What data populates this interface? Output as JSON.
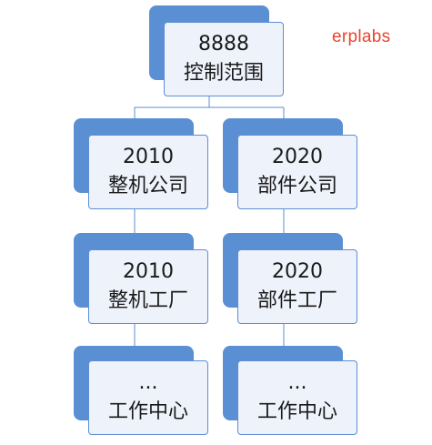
{
  "watermark": "erplabs",
  "colors": {
    "accent": "#5b8fd3",
    "card_fill": "#eef2fa",
    "text": "#1a1a1a",
    "watermark": "#e8452e",
    "connector": "#5b8fd3"
  },
  "nodes": {
    "root": {
      "code": "8888",
      "label": "控制范围"
    },
    "company_left": {
      "code": "2010",
      "label": "整机公司"
    },
    "company_right": {
      "code": "2020",
      "label": "部件公司"
    },
    "plant_left": {
      "code": "2010",
      "label": "整机工厂"
    },
    "plant_right": {
      "code": "2020",
      "label": "部件工厂"
    },
    "workcenter_left": {
      "code": "...",
      "label": "工作中心"
    },
    "workcenter_right": {
      "code": "...",
      "label": "工作中心"
    }
  },
  "edges": [
    [
      "root",
      "company_left"
    ],
    [
      "root",
      "company_right"
    ],
    [
      "company_left",
      "plant_left"
    ],
    [
      "company_right",
      "plant_right"
    ],
    [
      "plant_left",
      "workcenter_left"
    ],
    [
      "plant_right",
      "workcenter_right"
    ]
  ]
}
